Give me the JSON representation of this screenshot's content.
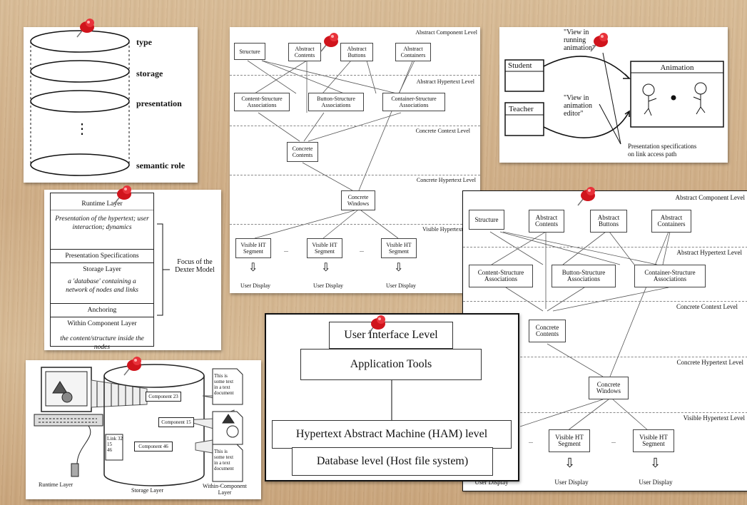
{
  "cylinder_card": {
    "labels": [
      "type",
      "storage",
      "presentation",
      "semantic role"
    ],
    "ellipsis": "⋮"
  },
  "dexter_card": {
    "runtime": "Runtime Layer",
    "runtime_desc": "Presentation of the hypertext; user interaction; dynamics",
    "presentation_specs": "Presentation Specifications",
    "storage": "Storage Layer",
    "storage_desc": "a 'database' containing a network of nodes and links",
    "anchoring": "Anchoring",
    "within": "Within Component Layer",
    "within_desc": "the content/structure inside the nodes",
    "focus": "Focus of the Dexter Model"
  },
  "levels_small": {
    "levels": [
      "Abstract Component Level",
      "Abstract Hypertext Level",
      "Concrete Context Level",
      "Concrete Hypertext Level",
      "Visible Hypertext Level"
    ],
    "row1": [
      "Structure",
      "Abstract\nContents",
      "Abstract\nButtons",
      "Abstract\nContainers"
    ],
    "row2": [
      "Content-Structure\nAssociations",
      "Button-Structure\nAssociations",
      "Container-Structure\nAssociations"
    ],
    "concrete_contents": "Concrete\nContents",
    "concrete_windows": "Concrete\nWindows",
    "segments": [
      "Visible HT\nSegment",
      "Visible HT\nSegment",
      "Visible HT\nSegment"
    ],
    "dots": "...",
    "user_display": "User Display"
  },
  "animation_card": {
    "quote_top": "\"View in\nrunning\nanimation\"",
    "student": "Student",
    "teacher": "Teacher",
    "animation": "Animation",
    "quote_mid": "\"View in\nanimation\neditor\"",
    "caption": "Presentation specifications\non link access path"
  },
  "levels_large": {
    "levels": [
      "Abstract Component Level",
      "Abstract Hypertext Level",
      "Concrete Context Level",
      "Concrete Hypertext Level",
      "Visible Hypertext Level"
    ],
    "row1": [
      "Structure",
      "Abstract\nContents",
      "Abstract\nButtons",
      "Abstract\nContainers"
    ],
    "row2": [
      "Content-Structure\nAssociations",
      "Button-Structure\nAssociations",
      "Container-Structure\nAssociations"
    ],
    "concrete_contents": "Concrete\nContents",
    "concrete_windows": "Concrete\nWindows",
    "segments": [
      "Visible HT\nSegment",
      "Visible HT\nSegment"
    ],
    "dots": "...",
    "user_display": "User Display"
  },
  "ham_card": {
    "ui_level": "User Interface Level",
    "app_tools": "Application Tools",
    "ham_level": "Hypertext Abstract Machine (HAM) level",
    "db_level": "Database level (Host file system)"
  },
  "storage_card": {
    "components": [
      "Component 23",
      "Component 15",
      "Component 46"
    ],
    "link": "Link 32\n15\n46",
    "doc_text": "This is\nsome text\nin a text\ndocument",
    "runtime": "Runtime Layer",
    "storage": "Storage Layer",
    "within": "Within-Component\nLayer"
  },
  "colors": {
    "pin": "#d0141c",
    "wood": "#d4b48e"
  }
}
